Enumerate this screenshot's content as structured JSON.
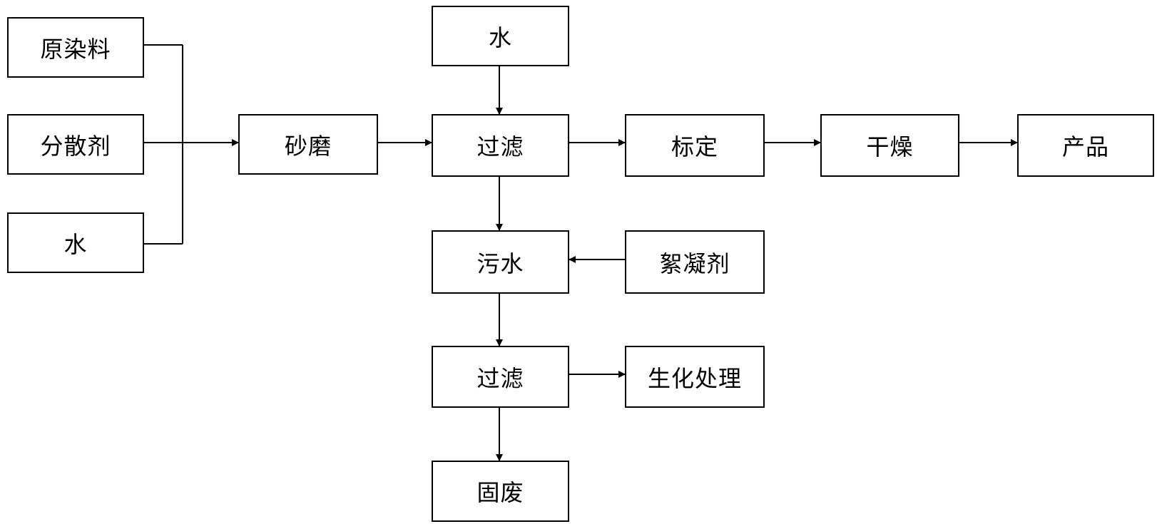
{
  "diagram": {
    "nodes": {
      "raw_dye": "原染料",
      "dispersant": "分散剂",
      "water_left": "水",
      "sanding": "砂磨",
      "water_top": "水",
      "filter_1": "过滤",
      "calibration": "标定",
      "drying": "干燥",
      "product": "产品",
      "sewage": "污水",
      "flocculant": "絮凝剂",
      "filter_2": "过滤",
      "biochemical": "生化处理",
      "solid_waste": "固废"
    }
  }
}
